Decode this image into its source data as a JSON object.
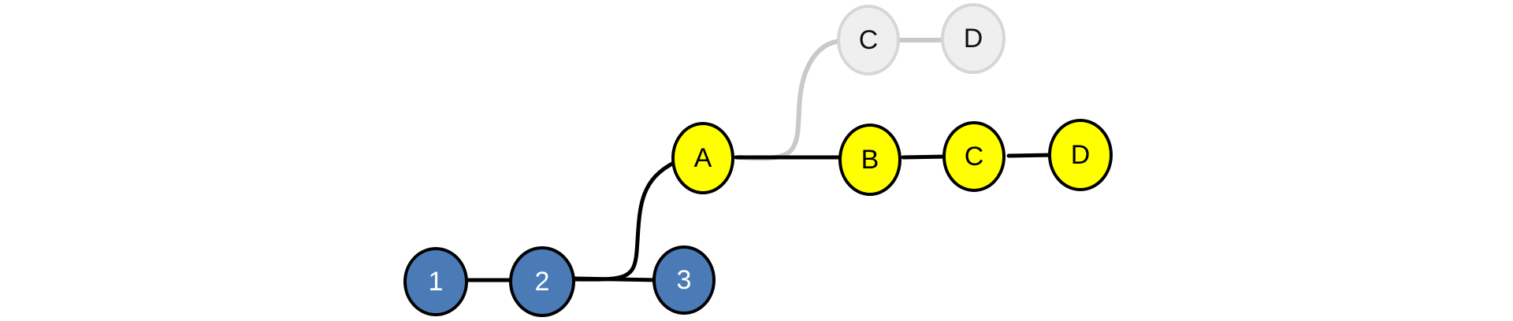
{
  "colors": {
    "main_commit_fill": "#4b7bb7",
    "main_commit_text": "#ffffff",
    "branch_commit_fill": "#ffff00",
    "branch_commit_text": "#000000",
    "ghost_commit_fill": "#efefef",
    "ghost_commit_stroke": "#d6d6d6",
    "ghost_commit_text": "#111111",
    "edge": "#000000",
    "ghost_edge": "#c9c9c9"
  },
  "nodes": [
    {
      "id": "n1",
      "label": "1",
      "style": "main"
    },
    {
      "id": "n2",
      "label": "2",
      "style": "main"
    },
    {
      "id": "n3",
      "label": "3",
      "style": "main"
    },
    {
      "id": "nA",
      "label": "A",
      "style": "branch"
    },
    {
      "id": "nB",
      "label": "B",
      "style": "branch"
    },
    {
      "id": "nC",
      "label": "C",
      "style": "branch"
    },
    {
      "id": "nD",
      "label": "D",
      "style": "branch"
    },
    {
      "id": "gC",
      "label": "C",
      "style": "ghost"
    },
    {
      "id": "gD",
      "label": "D",
      "style": "ghost"
    }
  ],
  "edges": [
    {
      "from": "n1",
      "to": "n2",
      "style": "dark"
    },
    {
      "from": "n2",
      "to": "n3",
      "style": "dark"
    },
    {
      "from": "n2",
      "to": "nA",
      "style": "dark"
    },
    {
      "from": "nA",
      "to": "nB",
      "style": "dark"
    },
    {
      "from": "nB",
      "to": "nC",
      "style": "dark"
    },
    {
      "from": "nC",
      "to": "nD",
      "style": "dark"
    },
    {
      "from": "nA",
      "to": "gC",
      "style": "ghost"
    },
    {
      "from": "gC",
      "to": "gD",
      "style": "ghost"
    }
  ]
}
